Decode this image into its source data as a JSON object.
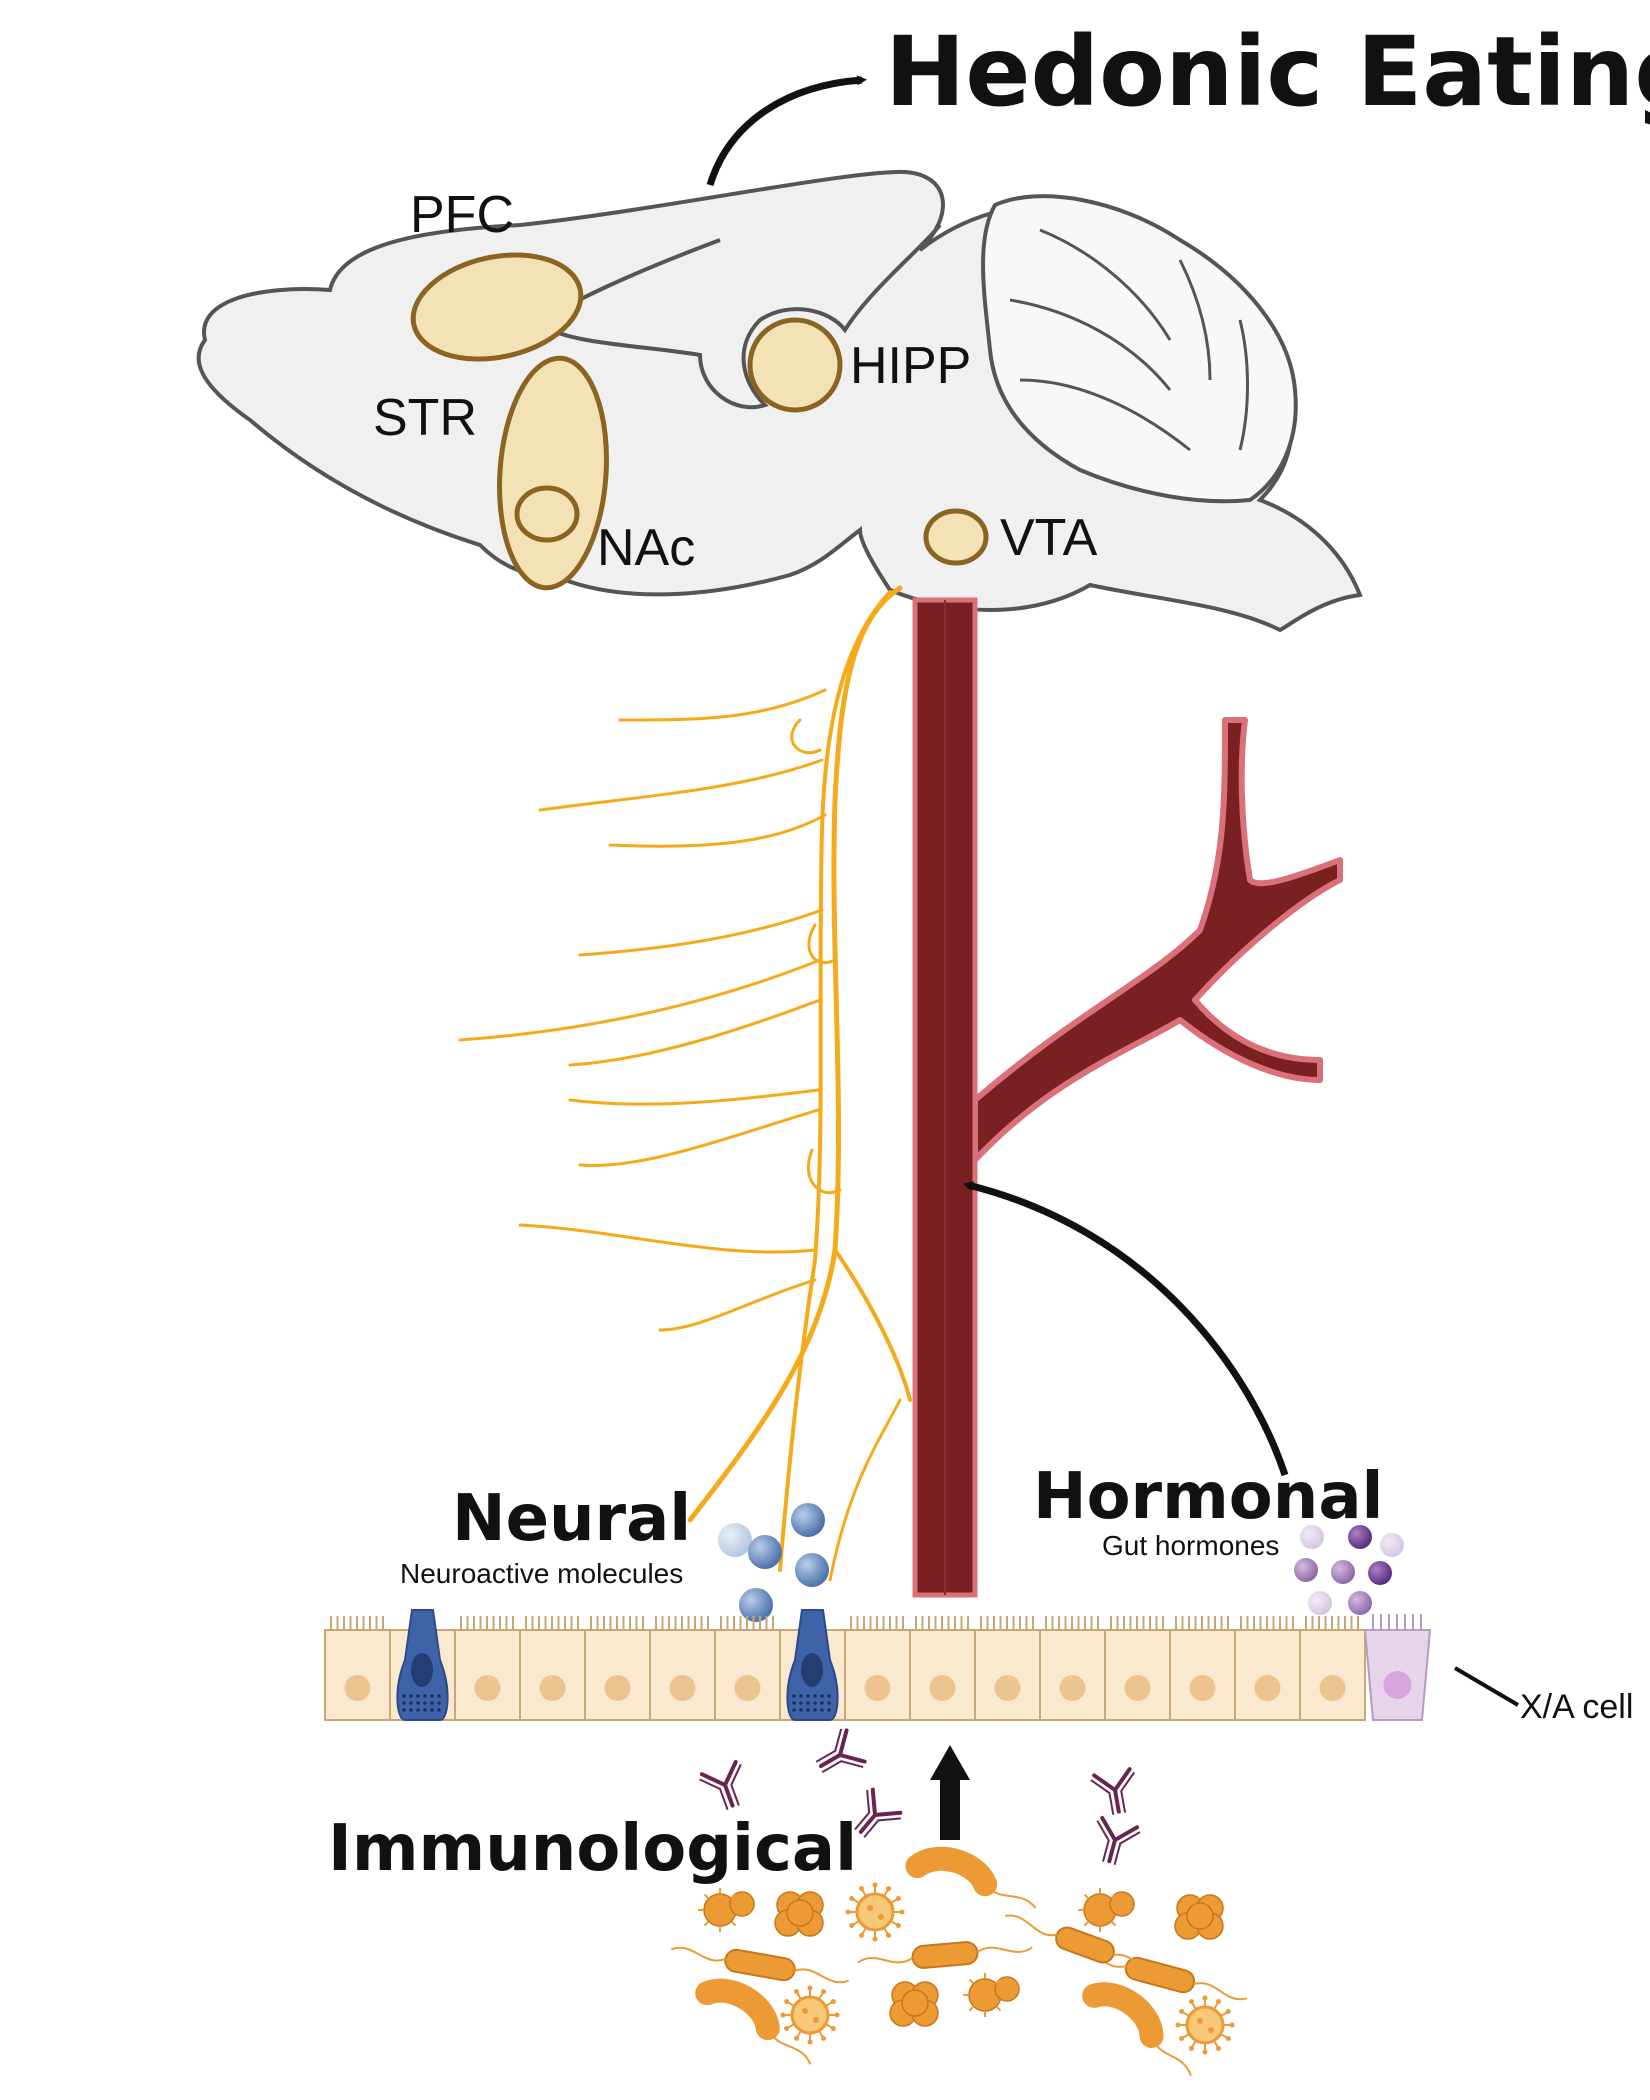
{
  "title": "Hedonic Eating",
  "brain_regions": {
    "pfc": "PFC",
    "str": "STR",
    "nac": "NAc",
    "hipp": "HIPP",
    "vta": "VTA"
  },
  "pathways": {
    "neural": {
      "label": "Neural",
      "sublabel": "Neuroactive molecules"
    },
    "hormonal": {
      "label": "Hormonal",
      "sublabel": "Gut hormones"
    },
    "immunological": {
      "label": "Immunological"
    }
  },
  "cell_label": "X/A cell",
  "colors": {
    "brain_fill": "#f0f0f0",
    "brain_outline": "#555555",
    "region_fill": "#f3e2b6",
    "region_outline": "#8a6420",
    "nerve": "#f5aa1c",
    "vessel": "#7b2020",
    "vessel_edge": "#d9707a",
    "enterocyte": "#fbe9cf",
    "enterocyte_nucleus": "#ecc48f",
    "neuroendocrine_cell": "#3f63a8",
    "xa_cell": "#e6d5ea",
    "hormone": "#8f6aa8",
    "neuroactive": "#7e9fce",
    "antibody": "#6a2450",
    "bacteria": "#eb9a34"
  }
}
